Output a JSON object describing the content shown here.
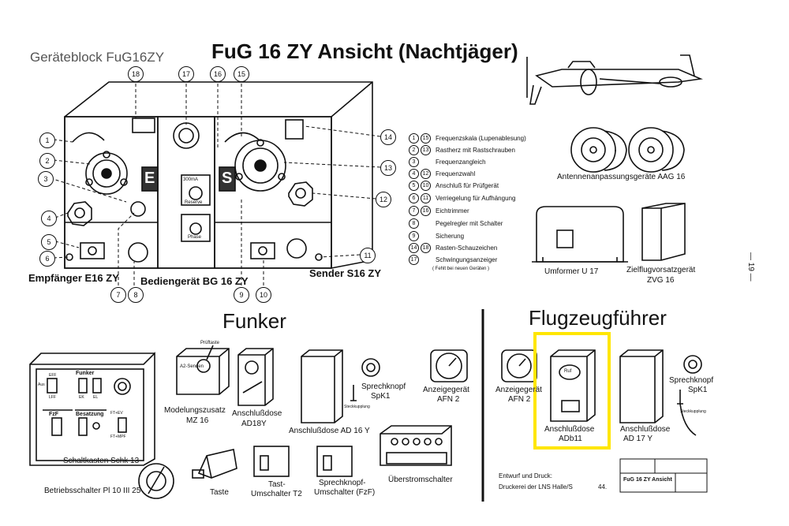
{
  "headings": {
    "geraeteblock": "Geräteblock FuG16ZY",
    "title": "FuG 16 ZY  Ansicht  (Nachtjäger)",
    "funker": "Funker",
    "flugzeugfuehrer": "Flugzeugführer"
  },
  "top_labels": {
    "empfaenger": "Empfänger E16 ZY",
    "bediengeraet": "Bediengerät BG 16 ZY",
    "sender": "Sender S16 ZY",
    "antennen": "Antennenanpassungsgeräte  AAG 16",
    "umformer": "Umformer U 17",
    "zielflug_1": "Zielflugvorsatzgerät",
    "zielflug_2": "ZVG 16"
  },
  "panel_marks": {
    "E": "E",
    "S": "S",
    "ma": "300mA",
    "reserve": "Reserve",
    "phase": "Phase"
  },
  "callouts": [
    "1",
    "2",
    "3",
    "4",
    "5",
    "6",
    "7",
    "8",
    "9",
    "10",
    "11",
    "12",
    "13",
    "14",
    "15",
    "16",
    "17",
    "18"
  ],
  "legend": [
    {
      "a": "1",
      "b": "15",
      "text": "Frequenzskala  (Lupenablesung)"
    },
    {
      "a": "2",
      "b": "13",
      "text": "Rastherz mit Rastschrauben"
    },
    {
      "a": "3",
      "b": "",
      "text": "Frequenzangleich"
    },
    {
      "a": "4",
      "b": "12",
      "text": "Frequenzwahl"
    },
    {
      "a": "5",
      "b": "10",
      "text": "Anschluß für Prüfgerät"
    },
    {
      "a": "6",
      "b": "11",
      "text": "Verriegelung für Aufhängung"
    },
    {
      "a": "7",
      "b": "16",
      "text": "Eichtrimmer"
    },
    {
      "a": "8",
      "b": "",
      "text": "Pegelregler mit Schalter"
    },
    {
      "a": "9",
      "b": "",
      "text": "Sicherung"
    },
    {
      "a": "14",
      "b": "18",
      "text": "Rasten-Schauzeichen"
    },
    {
      "a": "17",
      "b": "",
      "text": "Schwingungsanzeiger"
    }
  ],
  "legend_note": "( Fehlt bei neuen Geräten )",
  "funker_labels": {
    "pruftaste": "Prüftaste",
    "a2_senden": "A2-Senden",
    "modulation_1": "Modelungszusatz",
    "modulation_2": "MZ 16",
    "ad18_1": "Anschlußdose",
    "ad18_2": "AD18Y",
    "ad16": "Anschlußdose AD 16 Y",
    "sprech_1": "Sprechknopf",
    "sprech_2": "SpK1",
    "steck": "Steckkupplung",
    "afn_1": "Anzeigegerät",
    "afn_2": "AFN 2",
    "schk_1": "Schaltkasten Schk 13",
    "betrieb": "Betriebsschalter Pl 10 III 25",
    "taste": "Taste",
    "tast_1": "Tast-",
    "tast_2": "Umschalter T2",
    "spr_u_1": "Sprechknopf-",
    "spr_u_2": "Umschalter (FzF)",
    "ueber": "Überstromschalter"
  },
  "schk": {
    "funker": "Funker",
    "aus": "Aus",
    "eff": "EFF",
    "lff": "LFF",
    "ek": "EK",
    "el": "EL",
    "fzf": "FzF",
    "besatzung": "Besatzung",
    "ftev": "FT+EV",
    "ftmpf": "FT+MPF"
  },
  "fz_labels": {
    "afn_1": "Anzeigegerät",
    "afn_2": "AFN 2",
    "ad11_1": "Anschlußdose",
    "ad11_2": "ADb11",
    "ruf": "Ruf",
    "ad17_1": "Anschlußdose",
    "ad17_2": "AD 17 Y",
    "sprech_1": "Sprechknopf",
    "sprech_2": "SpK1",
    "steck": "Steckkupplung"
  },
  "footer": {
    "entwurf": "Entwurf und Druck:",
    "druckerei": "Druckerei der LNS Halle/S",
    "code": "44.",
    "block_title": "FuG 16 ZY  Ansicht",
    "page": "— 19 —"
  },
  "colors": {
    "ink": "#111111",
    "highlight": "#ffe600"
  }
}
